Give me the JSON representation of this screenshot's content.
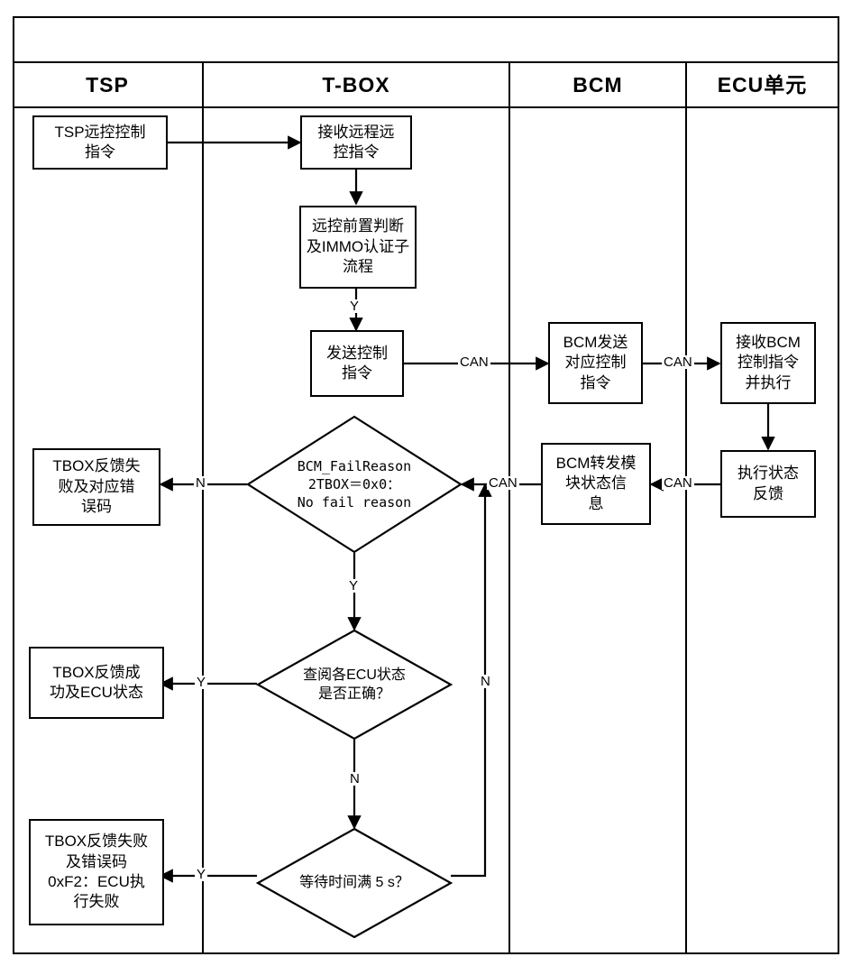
{
  "diagram": {
    "type": "swimlane-flowchart",
    "lanes": [
      {
        "id": "tsp",
        "title": "TSP"
      },
      {
        "id": "tbox",
        "title": "T-BOX"
      },
      {
        "id": "bcm",
        "title": "BCM"
      },
      {
        "id": "ecu",
        "title": "ECU单元"
      }
    ],
    "nodes": [
      {
        "id": "n1",
        "lane": "tsp",
        "shape": "process",
        "text": "TSP远控控制\n指令"
      },
      {
        "id": "n2",
        "lane": "tbox",
        "shape": "process",
        "text": "接收远程远\n控指令"
      },
      {
        "id": "n3",
        "lane": "tbox",
        "shape": "process",
        "text": "远控前置判断\n及IMMO认证子\n流程"
      },
      {
        "id": "n4",
        "lane": "tbox",
        "shape": "process",
        "text": "发送控制\n指令"
      },
      {
        "id": "n5",
        "lane": "bcm",
        "shape": "process",
        "text": "BCM发送\n对应控制\n指令"
      },
      {
        "id": "n6",
        "lane": "ecu",
        "shape": "process",
        "text": "接收BCM\n控制指令\n并执行"
      },
      {
        "id": "n7",
        "lane": "ecu",
        "shape": "process",
        "text": "执行状态\n反馈"
      },
      {
        "id": "n8",
        "lane": "bcm",
        "shape": "process",
        "text": "BCM转发模\n块状态信\n息"
      },
      {
        "id": "d1",
        "lane": "tbox",
        "shape": "decision",
        "text": "BCM_FailReason\n2TBOX＝0x0：\nNo fail reason"
      },
      {
        "id": "n9",
        "lane": "tsp",
        "shape": "process",
        "text": "TBOX反馈失\n败及对应错\n误码"
      },
      {
        "id": "d2",
        "lane": "tbox",
        "shape": "decision",
        "text": "查阅各ECU状态\n是否正确？"
      },
      {
        "id": "n10",
        "lane": "tsp",
        "shape": "process",
        "text": "TBOX反馈成\n功及ECU状态"
      },
      {
        "id": "d3",
        "lane": "tbox",
        "shape": "decision",
        "text": "等待时间满 5 s？"
      },
      {
        "id": "n11",
        "lane": "tsp",
        "shape": "process",
        "text": "TBOX反馈失败\n及错误码\n0xF2：ECU执\n行失败"
      }
    ],
    "edges": [
      {
        "from": "n1",
        "to": "n2",
        "label": ""
      },
      {
        "from": "n2",
        "to": "n3",
        "label": ""
      },
      {
        "from": "n3",
        "to": "n4",
        "label": "Y"
      },
      {
        "from": "n4",
        "to": "n5",
        "label": "CAN"
      },
      {
        "from": "n5",
        "to": "n6",
        "label": "CAN"
      },
      {
        "from": "n6",
        "to": "n7",
        "label": ""
      },
      {
        "from": "n7",
        "to": "n8",
        "label": "CAN"
      },
      {
        "from": "n8",
        "to": "d1",
        "label": "CAN"
      },
      {
        "from": "d1",
        "to": "n9",
        "label": "N"
      },
      {
        "from": "d1",
        "to": "d2",
        "label": "Y"
      },
      {
        "from": "d2",
        "to": "n10",
        "label": "Y"
      },
      {
        "from": "d2",
        "to": "d3",
        "label": "N"
      },
      {
        "from": "d3",
        "to": "n11",
        "label": "Y"
      },
      {
        "from": "d3",
        "to": "d1",
        "label": "N"
      }
    ],
    "colors": {
      "stroke": "#000000",
      "fill": "#ffffff",
      "text": "#000000"
    }
  }
}
